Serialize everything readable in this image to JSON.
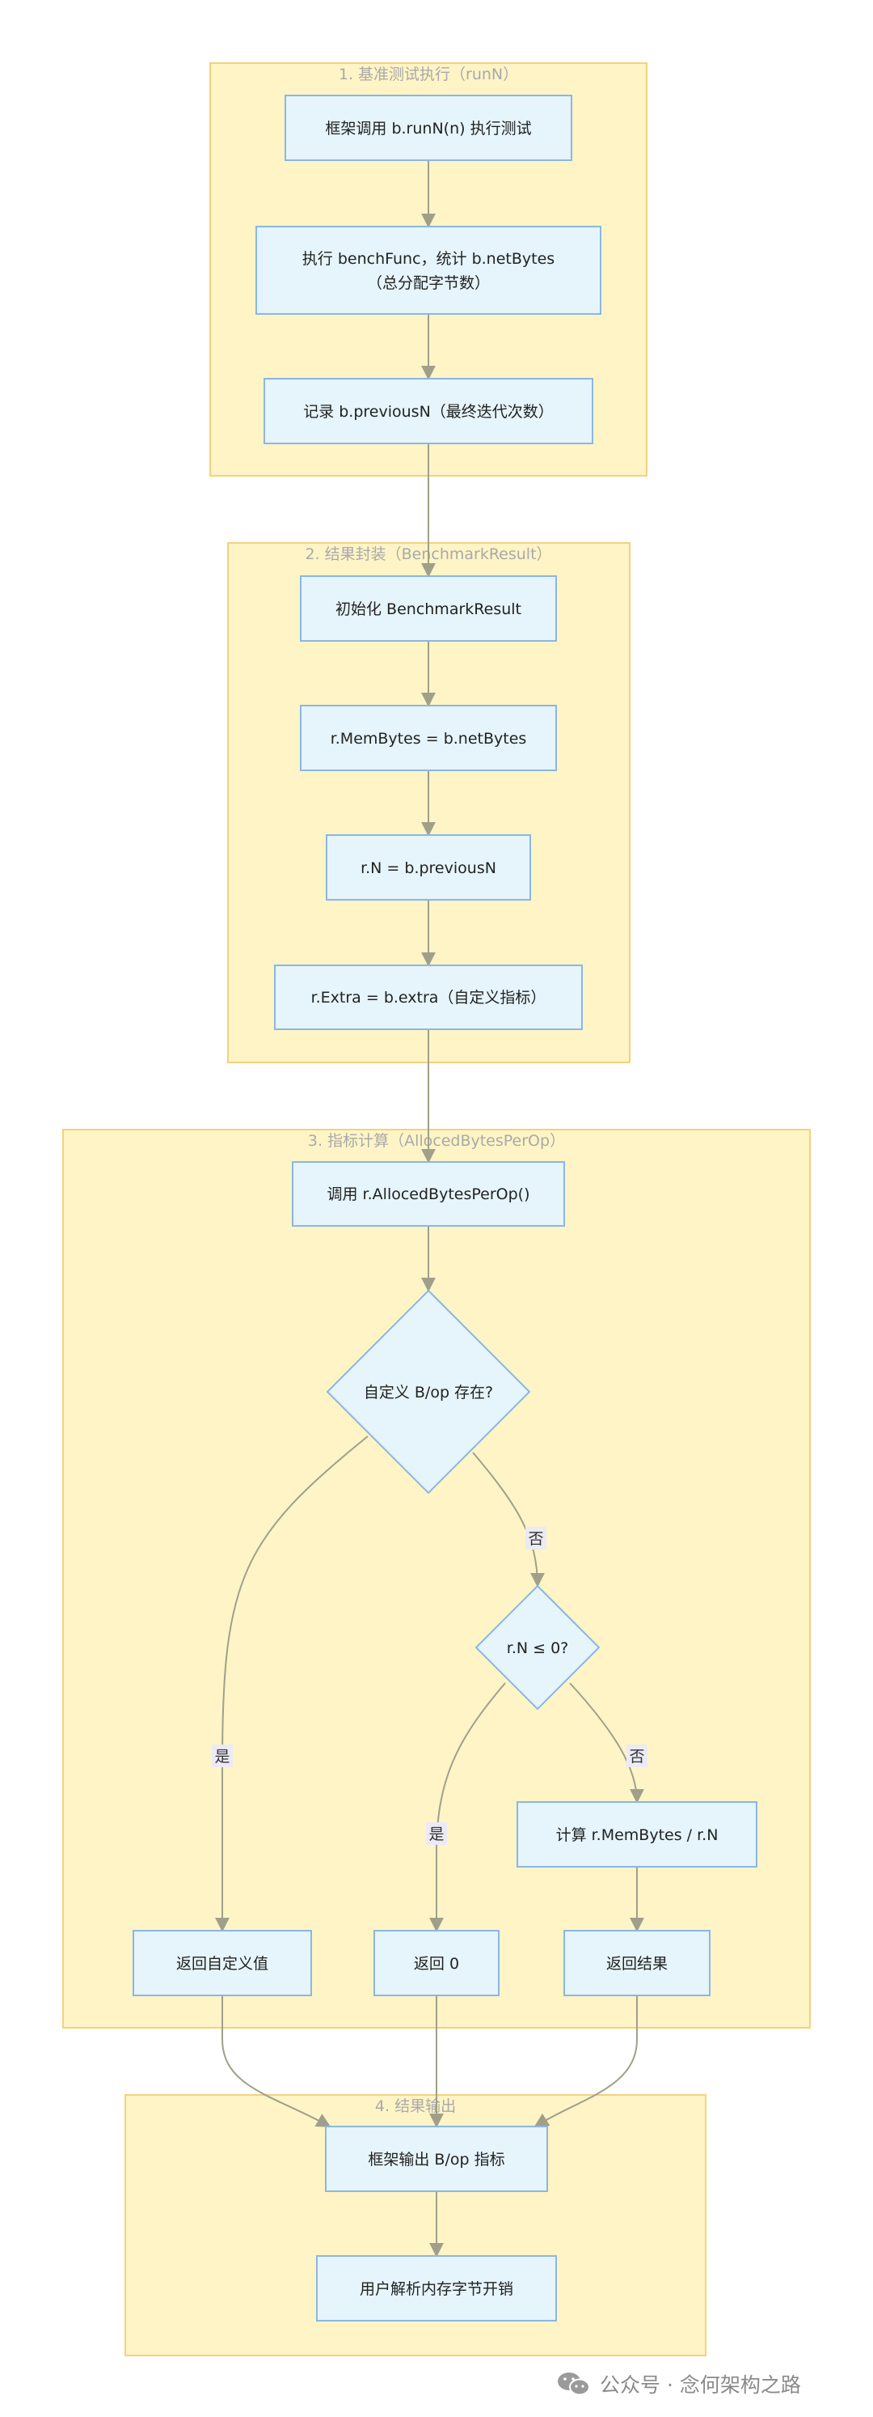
{
  "clusters": {
    "run": "1. 基准测试执行（runN）",
    "result": "2. 结果封装（BenchmarkResult）",
    "calc": "3. 指标计算（AllocedBytesPerOp）",
    "output": "4. 结果输出"
  },
  "nodes": {
    "call_run": "框架调用 b.runN(n) 执行测试",
    "exec_line1": "执行 benchFunc，统计 b.netBytes",
    "exec_line2": "（总分配字节数）",
    "record": "记录 b.previousN（最终迭代次数）",
    "init": "初始化 BenchmarkResult",
    "mem": "r.MemBytes = b.netBytes",
    "n": "r.N = b.previousN",
    "extra": "r.Extra = b.extra（自定义指标）",
    "call_alloc": "调用 r.AllocedBytesPerOp()",
    "custom_q": "自定义 B/op 存在?",
    "n_q": "r.N ≤ 0?",
    "compute": "计算 r.MemBytes / r.N",
    "ret_custom": "返回自定义值",
    "ret_zero": "返回 0",
    "ret_result": "返回结果",
    "output_bop": "框架输出 B/op 指标",
    "parse": "用户解析内存字节开销"
  },
  "edge_labels": {
    "yes1": "是",
    "no1": "否",
    "yes2": "是",
    "no2": "否"
  },
  "footer": {
    "text": "公众号 · 念何架构之路",
    "icon": "wechat-icon"
  },
  "colors": {
    "cluster_fill": "#fff4c6",
    "cluster_stroke": "#f3d27a",
    "node_fill": "#e6f4fb",
    "node_stroke": "#8ab7e3",
    "edge": "#a0a08a"
  }
}
